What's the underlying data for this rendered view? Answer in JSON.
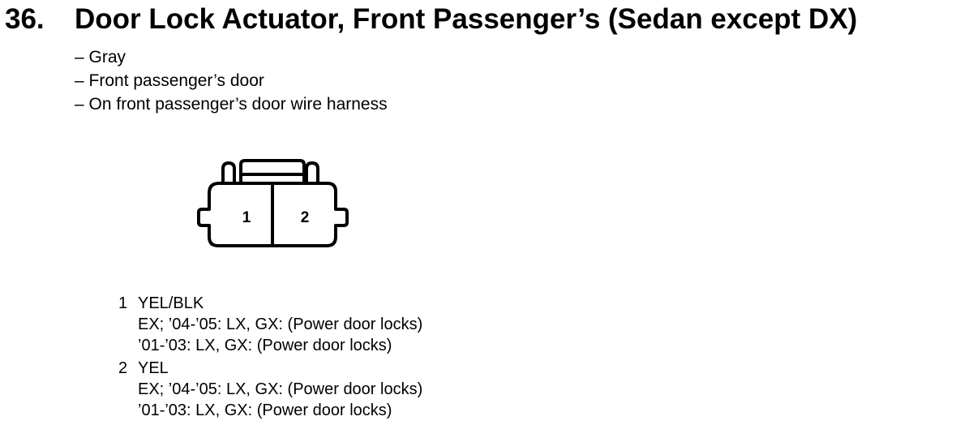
{
  "heading": {
    "number": "36.",
    "title": "Door Lock Actuator, Front Passenger’s (Sedan except DX)"
  },
  "details": [
    "– Gray",
    "– Front passenger’s door",
    "– On front passenger’s door wire harness"
  ],
  "connector": {
    "pins": [
      "1",
      "2"
    ]
  },
  "terminals": [
    {
      "pin": "1",
      "wire": "YEL/BLK",
      "notes": [
        "EX; ’04-’05: LX, GX: (Power door locks)",
        "’01-’03: LX, GX: (Power door locks)"
      ]
    },
    {
      "pin": "2",
      "wire": "YEL",
      "notes": [
        "EX; ’04-’05: LX, GX: (Power door locks)",
        "’01-’03: LX, GX: (Power door locks)"
      ]
    }
  ]
}
